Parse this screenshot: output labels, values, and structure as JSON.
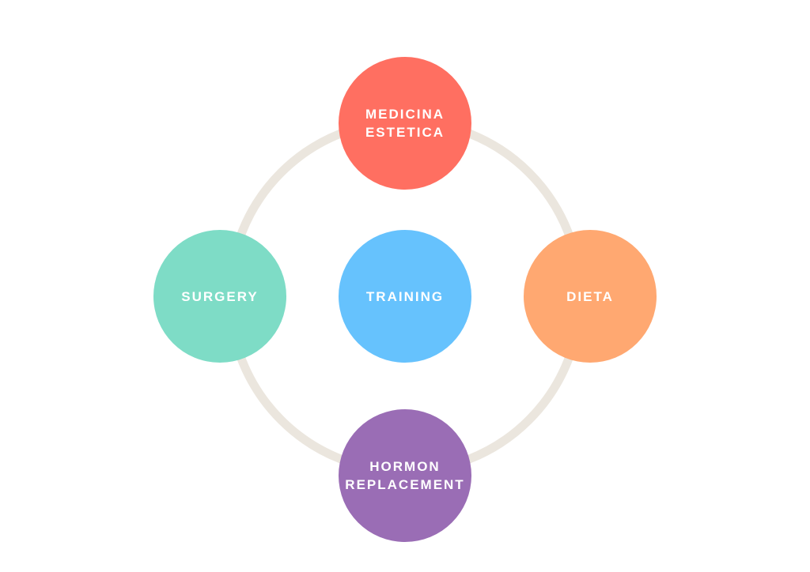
{
  "diagram": {
    "ring_color": "#ebe6de",
    "nodes": [
      {
        "id": "top",
        "label": "MEDICINA\nESTETICA",
        "color": "#ff6f61"
      },
      {
        "id": "left",
        "label": "SURGERY",
        "color": "#7edcc6"
      },
      {
        "id": "center",
        "label": "TRAINING",
        "color": "#66c2fd"
      },
      {
        "id": "right",
        "label": "DIETA",
        "color": "#ffa871"
      },
      {
        "id": "bottom",
        "label": "HORMON\nREPLACEMENT",
        "color": "#9a6db5"
      }
    ]
  }
}
